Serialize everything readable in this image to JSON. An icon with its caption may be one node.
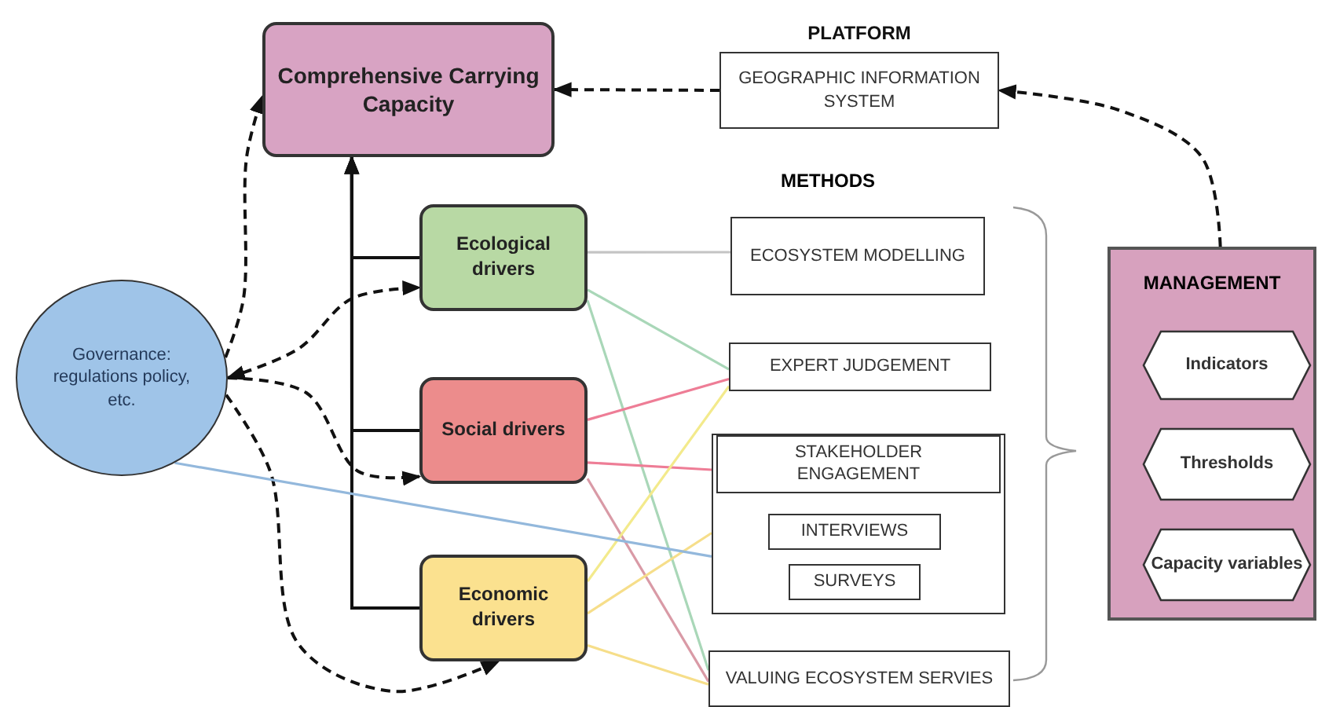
{
  "diagram": {
    "nodes": [
      {
        "text": [
          "Comprehensive Carrying Capacity"
        ]
      },
      {
        "text": [
          "PLATFORM",
          "GEOGRAPHIC INFORMATION SYSTEM"
        ]
      },
      {
        "text": [
          "Ecological drivers"
        ]
      },
      {
        "text": [
          "Governance: regulations policy, etc."
        ]
      },
      {
        "text": [
          "ECOSYSTEM MODELLING"
        ]
      },
      {
        "text": [
          "Social drivers"
        ]
      },
      {
        "text": [
          "EXPERT JUDGEMENT"
        ]
      },
      {
        "text": [
          "STAKEHOLDER ENGAGEMENT"
        ]
      },
      {
        "text": [
          "INTERVIEWS"
        ],
        "in": 7
      },
      {
        "text": [
          "SURVEYS"
        ],
        "in": 7
      },
      {
        "text": [
          "Economic drivers"
        ]
      },
      {
        "text": [
          "VALUING ECOSYSTEM SERVIES"
        ]
      },
      {
        "text": [
          "MANAGEMENT"
        ]
      },
      {
        "text": [
          "Indicators"
        ],
        "in": 12
      },
      {
        "text": [
          "Thresholds"
        ],
        "in": 12
      },
      {
        "text": [
          "Capacity variables"
        ],
        "in": 12
      }
    ],
    "edges": [
      {
        "from": 1,
        "to": 0,
        "arrow": "to",
        "style": "dashed"
      },
      {
        "from": 12,
        "to": 1,
        "arrow": "to",
        "style": "dashed"
      },
      {
        "from": 2,
        "to": 0,
        "arrow": "to"
      },
      {
        "from": 5,
        "to": 0,
        "arrow": "to"
      },
      {
        "from": 10,
        "to": 0,
        "arrow": "to"
      },
      {
        "from": 3,
        "to": 0,
        "arrow": "to",
        "style": "dashed"
      },
      {
        "from": 3,
        "to": 2,
        "arrow": "both",
        "style": "dashed"
      },
      {
        "from": 3,
        "to": 5,
        "arrow": "to",
        "style": "dashed"
      },
      {
        "from": 3,
        "to": 10,
        "arrow": "to",
        "style": "dashed"
      },
      {
        "from": 2,
        "to": 4,
        "arrow": "none",
        "color": "#c4c4c4"
      },
      {
        "from": 2,
        "to": 6,
        "arrow": "none",
        "color": "#a9d7b8"
      },
      {
        "from": 2,
        "to": 11,
        "arrow": "none",
        "color": "#a9d7b8"
      },
      {
        "from": 5,
        "to": 6,
        "arrow": "none",
        "color": "#ee7d96"
      },
      {
        "from": 5,
        "to": 7,
        "arrow": "none",
        "color": "#ee7d96"
      },
      {
        "from": 5,
        "to": 11,
        "arrow": "none",
        "color": "#d99aa6"
      },
      {
        "from": 10,
        "to": 6,
        "arrow": "none",
        "color": "#f3ea8c"
      },
      {
        "from": 10,
        "to": 7,
        "arrow": "none",
        "color": "#f6de8a"
      },
      {
        "from": 10,
        "to": 11,
        "arrow": "none",
        "color": "#f6de8a"
      },
      {
        "from": 3,
        "to": 7,
        "arrow": "none",
        "color": "#93b8dc"
      }
    ],
    "labels": [
      "METHODS"
    ]
  }
}
